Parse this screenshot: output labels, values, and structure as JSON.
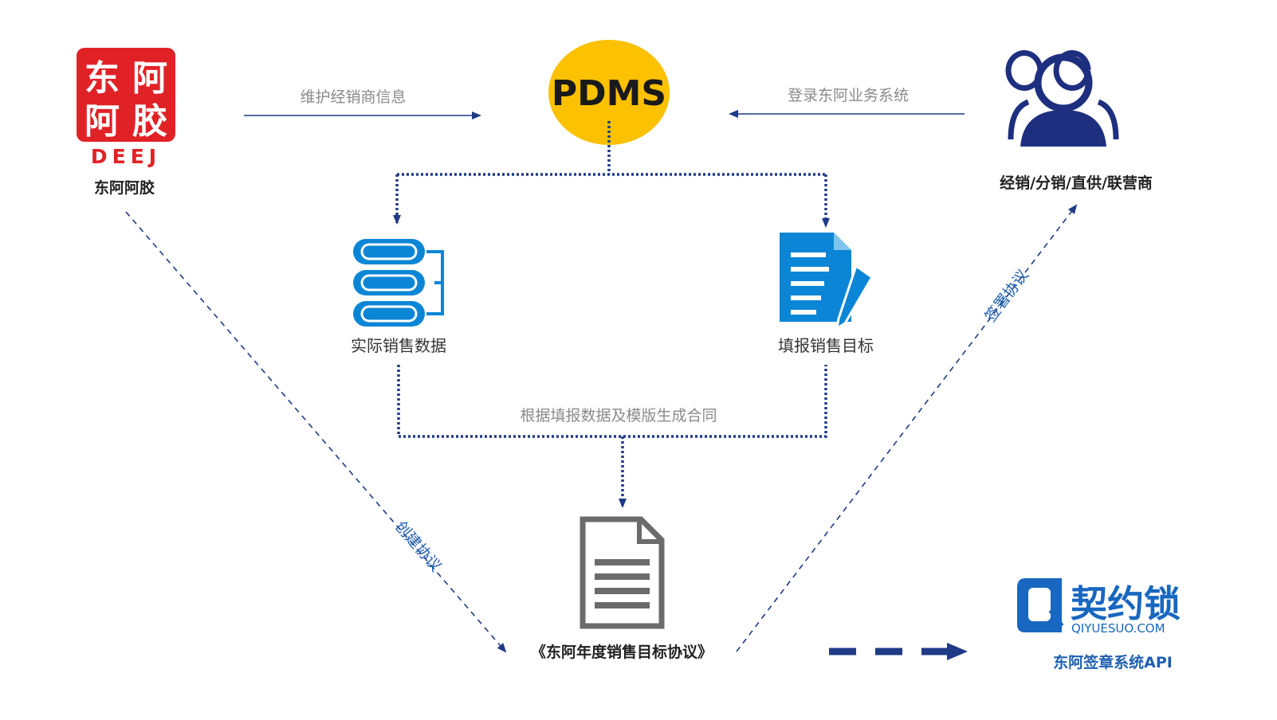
{
  "nodes": {
    "deej": {
      "logo_chars": [
        "东",
        "阿",
        "阿",
        "胶"
      ],
      "logo_wordmark": "DEEJ",
      "label": "东阿阿胶"
    },
    "pdms": {
      "label": "PDMS"
    },
    "partners": {
      "label": "经销/分销/直供/联营商"
    },
    "actual_sales": {
      "label": "实际销售数据"
    },
    "target_sales": {
      "label": "填报销售目标"
    },
    "agreement": {
      "label": "《东阿年度销售目标协议》"
    },
    "qiyuesuo": {
      "brand_cn": "契约锁",
      "brand_url": "QIYUESUO.COM",
      "label": "东阿签章系统API"
    }
  },
  "edges": {
    "maintain_info": {
      "label": "维护经销商信息"
    },
    "login_system": {
      "label": "登录东阿业务系统"
    },
    "generate_contract": {
      "label": "根据填报数据及模版生成合同"
    },
    "create_agreement": {
      "label": "创建协议"
    },
    "sign_agreement": {
      "label": "签署协议"
    }
  },
  "colors": {
    "deej_red": "#e02226",
    "pdms_yellow": "#fcc100",
    "navy": "#1f3a86",
    "people_blue": "#1e2f7f",
    "icon_blue": "#0b86d6",
    "doc_gray": "#6b6b6b",
    "label_gray": "#8a8a8a",
    "brand_blue": "#1867c0"
  }
}
